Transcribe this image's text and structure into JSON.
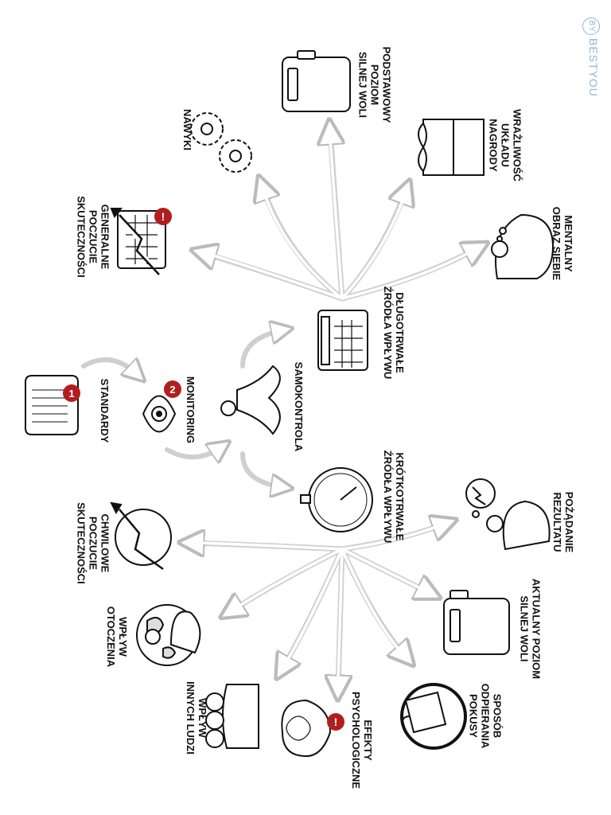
{
  "brand": {
    "logo_mark": "BY",
    "name": "BESTYOU",
    "color": "#8fb8d0"
  },
  "badge_color": "#b21e1e",
  "arrow_color": "#cccccc",
  "badges": {
    "standardy": "1",
    "monitoring": "2",
    "generalne": "!",
    "efekty": "!"
  },
  "labels": {
    "podstawowy": [
      "PODSTAWOWY",
      "POZIOM",
      "SILNEJ WOLI"
    ],
    "nawyki": [
      "NAWYKI"
    ],
    "wrazliwosc": [
      "WRAŻLIWOŚĆ",
      "UKŁADU",
      "NAGRODY"
    ],
    "generalne": [
      "GENERALNE",
      "POCZUCIE",
      "SKUTECZNOŚCI"
    ],
    "mentalny": [
      "MENTALNY",
      "OBRAZ SIEBIE"
    ],
    "dlugotrwale": [
      "DŁUGOTRWAŁE",
      "ŹRÓDŁA WPŁYWU"
    ],
    "standardy": [
      "STANDARDY"
    ],
    "monitoring": [
      "MONITORING"
    ],
    "samokontrola": [
      "SAMOKONTROLA"
    ],
    "krotkotrwale": [
      "KRÓTKOTRWAŁE",
      "ŹRÓDŁA WPŁYWU"
    ],
    "chwilowe": [
      "CHWILOWE",
      "POCZUCIE",
      "SKUTECZNOŚCI"
    ],
    "pozadanie": [
      "POŻĄDANIE",
      "REZULTATU"
    ],
    "otoczenie": [
      "WPŁYW",
      "OTOCZENIA"
    ],
    "aktualny": [
      "AKTUALNY POZIOM",
      "SILNEJ WOLI"
    ],
    "inni": [
      "WPŁYW",
      "INNYCH LUDZI"
    ],
    "efekty": [
      "EFEKTY",
      "PSYCHOLOGICZNE"
    ],
    "sposob": [
      "SPOSÓB",
      "ODPIERANIA",
      "POKUSY"
    ]
  }
}
